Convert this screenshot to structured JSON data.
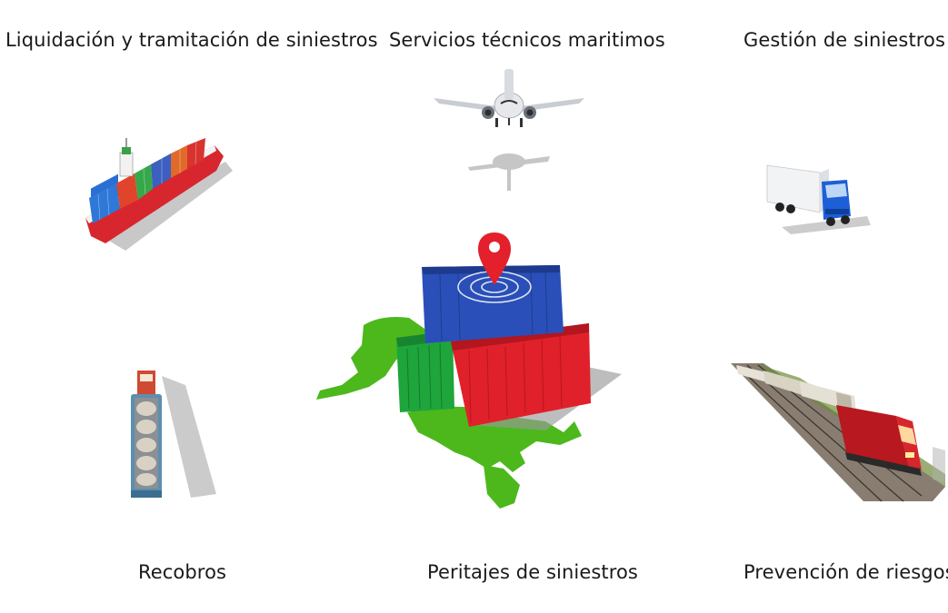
{
  "services": [
    {
      "key": "liquidacion",
      "label": "Liquidación y tramitación de siniestros",
      "icon": "container-ship-icon"
    },
    {
      "key": "servicios",
      "label": "Servicios técnicos maritimos",
      "icon": "airplane-icon"
    },
    {
      "key": "gestion",
      "label": "Gestión de siniestros",
      "icon": "truck-icon"
    },
    {
      "key": "recobros",
      "label": "Recobros",
      "icon": "barge-icon"
    },
    {
      "key": "peritajes",
      "label": "Peritajes de siniestros",
      "icon": "containers-world-map-icon"
    },
    {
      "key": "prevencion",
      "label": "Prevención de riesgos",
      "icon": "freight-train-icon"
    }
  ],
  "colors": {
    "text": "#1a1a1a",
    "container_blue": "#2a4fb8",
    "container_red": "#e0202a",
    "container_green": "#1ea53c",
    "map_green": "#4cb81c",
    "pin_red": "#e3202b",
    "ship_hull": "#d8262e",
    "truck_cab": "#1c5fd6"
  }
}
